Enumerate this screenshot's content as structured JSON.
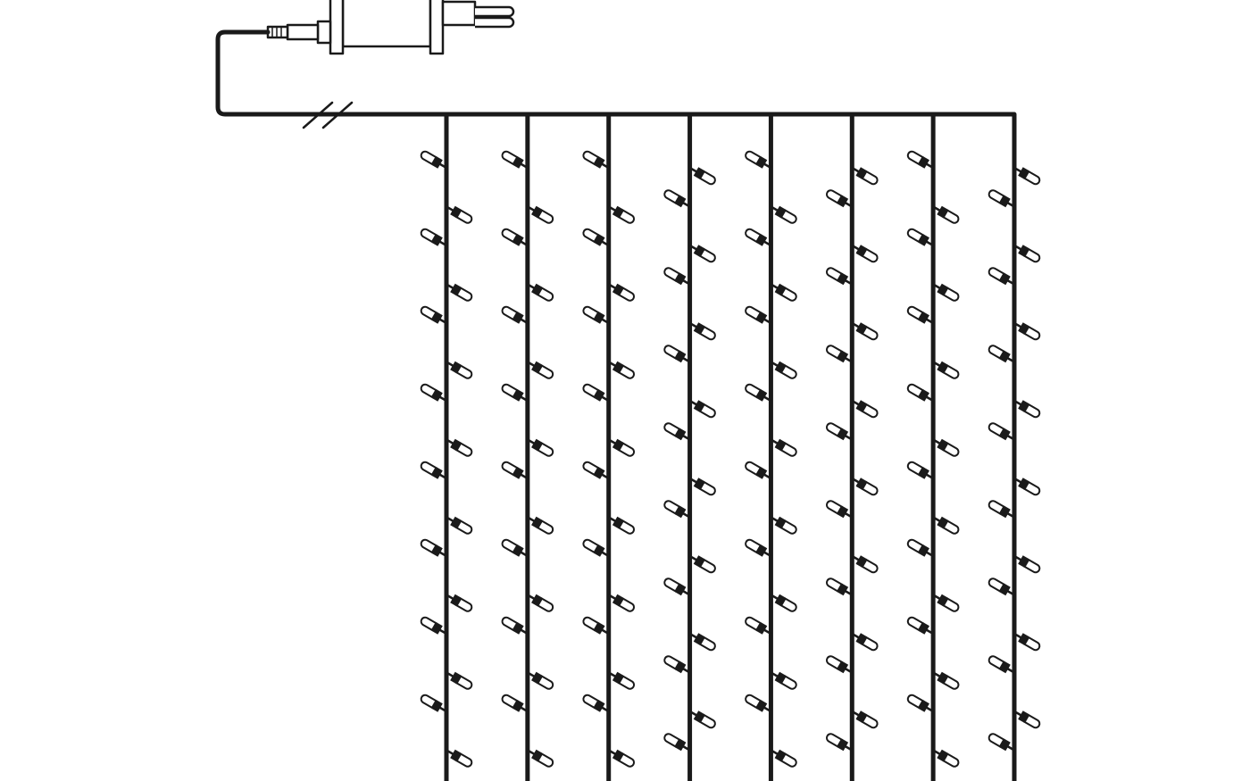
{
  "diagram": {
    "subject": "led-curtain-light-string",
    "strand_count": 8,
    "bulbs_per_strand": 16,
    "colors": {
      "line": "#1a1a1a",
      "background": "#ffffff",
      "bulb_fill": "#ffffff"
    },
    "parts": [
      "plug-adapter",
      "power-cable",
      "cable-break-mark",
      "bus-wire",
      "vertical-strands",
      "led-bulbs"
    ]
  }
}
